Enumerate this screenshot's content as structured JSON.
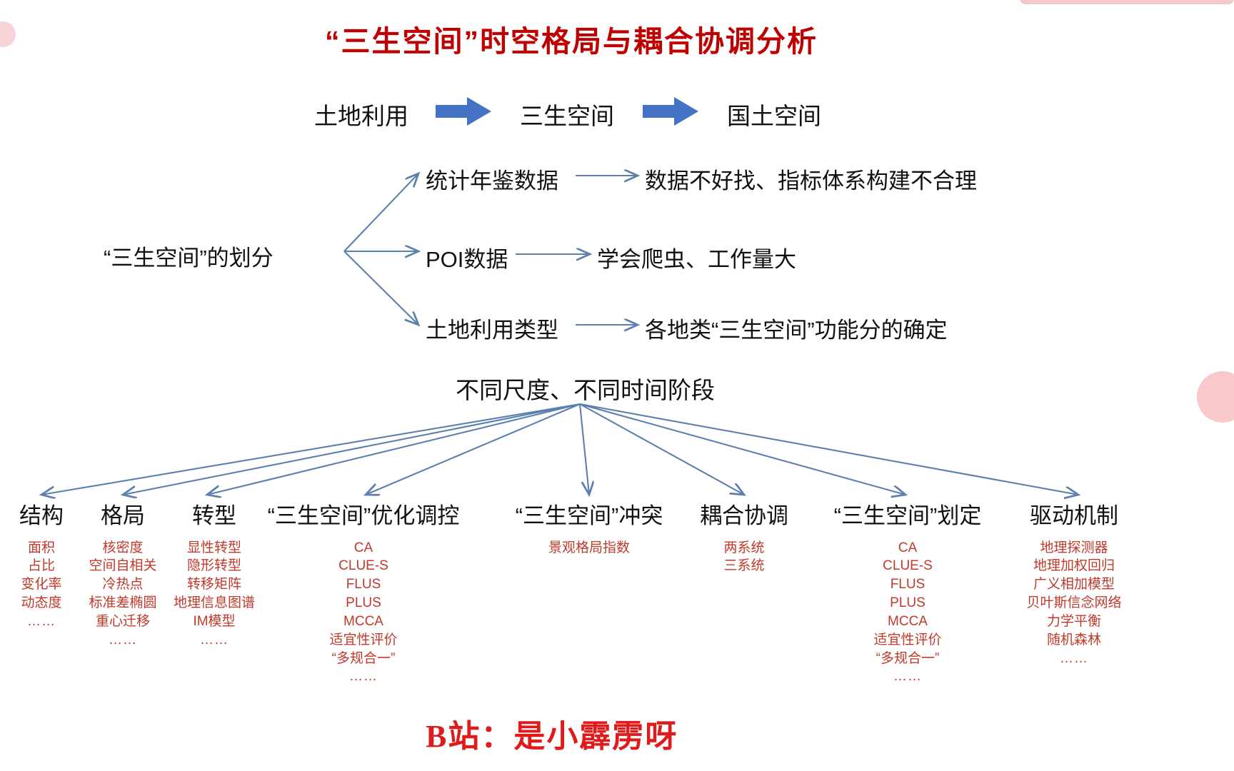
{
  "title": "“三生空间”时空格局与耦合协调分析",
  "flow": {
    "items": [
      {
        "label": "土地利用"
      },
      {
        "label": "三生空间"
      },
      {
        "label": "国土空间"
      }
    ],
    "arrow_color": "#4472c4"
  },
  "branch": {
    "root": "“三生空间”的划分",
    "rows": [
      {
        "source": "统计年鉴数据",
        "result": "数据不好找、指标体系构建不合理"
      },
      {
        "source": "POI数据",
        "result": "学会爬虫、工作量大"
      },
      {
        "source": "土地利用类型",
        "result": "各地类“三生空间”功能分的确定"
      }
    ]
  },
  "fan": {
    "root": "不同尺度、不同时间阶段",
    "columns": [
      {
        "title": "结构",
        "items": [
          "面积",
          "占比",
          "变化率",
          "动态度",
          "……"
        ]
      },
      {
        "title": "格局",
        "items": [
          "核密度",
          "空间自相关",
          "冷热点",
          "标准差椭圆",
          "重心迁移",
          "……"
        ]
      },
      {
        "title": "转型",
        "items": [
          "显性转型",
          "隐形转型",
          "转移矩阵",
          "地理信息图谱",
          "IM模型",
          "……"
        ]
      },
      {
        "title": "“三生空间”优化调控",
        "items": [
          "CA",
          "CLUE-S",
          "FLUS",
          "PLUS",
          "MCCA",
          "适宜性评价",
          "“多规合一”",
          "……"
        ]
      },
      {
        "title": "“三生空间”冲突",
        "items": [
          "景观格局指数"
        ]
      },
      {
        "title": "耦合协调",
        "items": [
          "两系统",
          "三系统"
        ]
      },
      {
        "title": "“三生空间”划定",
        "items": [
          "CA",
          "CLUE-S",
          "FLUS",
          "PLUS",
          "MCCA",
          "适宜性评价",
          "“多规合一”",
          "……"
        ]
      },
      {
        "title": "驱动机制",
        "items": [
          "地理探测器",
          "地理加权回归",
          "广义相加模型",
          "贝叶斯信念网络",
          "力学平衡",
          "随机森林",
          "……"
        ]
      }
    ]
  },
  "watermark": "B站：是小霹雳呀",
  "colors": {
    "title_red": "#c00000",
    "item_red": "#c0392b",
    "arrow_blue": "#4472c4",
    "line_blue": "#5b80ad",
    "text_black": "#111111"
  }
}
